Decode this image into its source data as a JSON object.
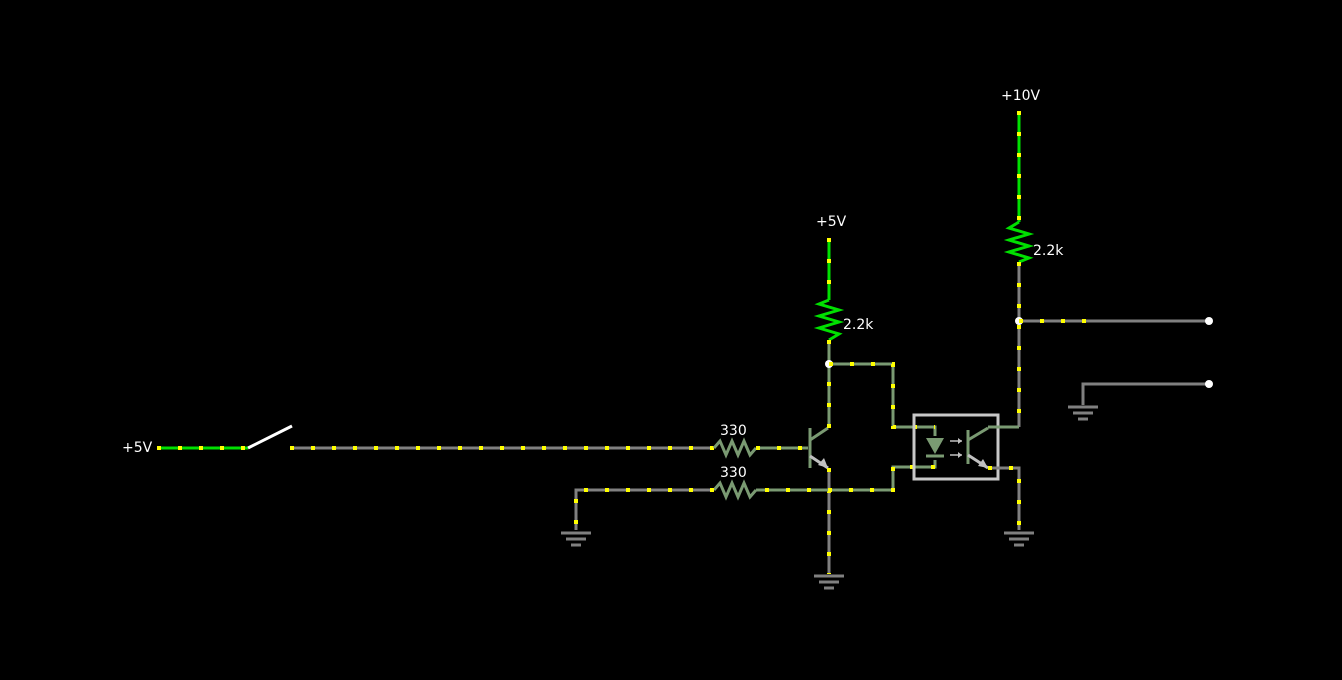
{
  "schematic": {
    "labels": {
      "switch_supply": "+5V",
      "transistor_supply": "+5V",
      "output_supply": "+10V",
      "pullup_transistor": "2.2k",
      "pullup_output": "2.2k",
      "base_resistor": "330",
      "led_resistor": "330"
    },
    "components": [
      {
        "kind": "voltage-source",
        "label": "+5V"
      },
      {
        "kind": "switch",
        "state": "open"
      },
      {
        "kind": "resistor",
        "value": "330"
      },
      {
        "kind": "resistor",
        "value": "330"
      },
      {
        "kind": "npn-transistor"
      },
      {
        "kind": "resistor",
        "value": "2.2k"
      },
      {
        "kind": "voltage-source",
        "label": "+5V"
      },
      {
        "kind": "optocoupler"
      },
      {
        "kind": "resistor",
        "value": "2.2k"
      },
      {
        "kind": "voltage-source",
        "label": "+10V"
      },
      {
        "kind": "ground",
        "count": 4
      },
      {
        "kind": "output-terminal",
        "count": 2
      }
    ],
    "colors": {
      "background": "#000000",
      "wire_idle": "#808080",
      "wire_live": "#00e000",
      "wire_mid": "#7a9a72",
      "current_dots": "#ffff00",
      "node": "#ffffff"
    }
  }
}
